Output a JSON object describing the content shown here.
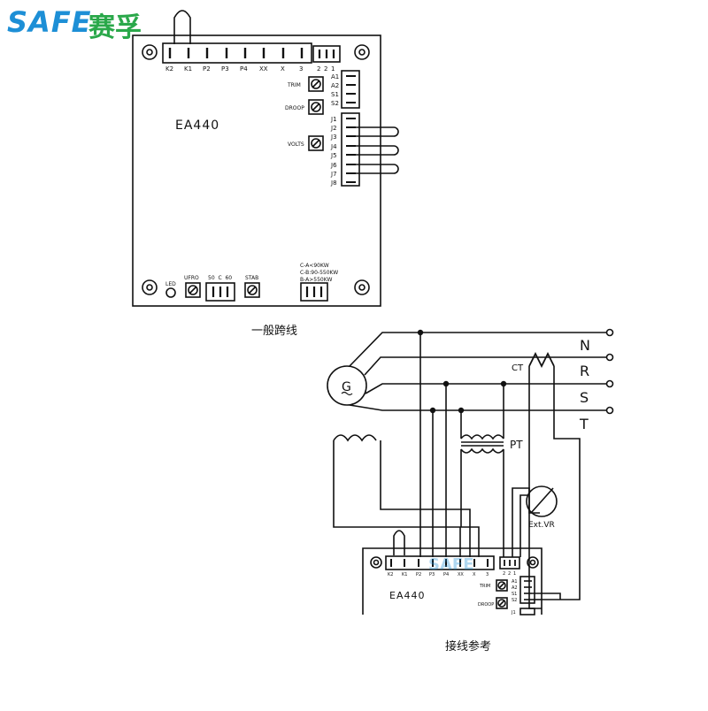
{
  "brand": {
    "logo_latin": "SAFE",
    "logo_cjk": "赛孚",
    "color_blue": "#1d8fd6",
    "color_green": "#2aa84a"
  },
  "board1": {
    "model": "EA440",
    "top_terminals": [
      "K2",
      "K1",
      "P2",
      "P3",
      "P4",
      "XX",
      "X",
      "3"
    ],
    "top_right_terminals": [
      "2",
      "2",
      "1"
    ],
    "right_terminals_a": [
      "A1",
      "A2",
      "S1",
      "S2"
    ],
    "right_terminals_j": [
      "J1",
      "J2",
      "J3",
      "J4",
      "J5",
      "J6",
      "J7",
      "J8"
    ],
    "pot_trim": "TRIM",
    "pot_droop": "DROOP",
    "pot_volts": "VOLTS",
    "bottom_led": "LED",
    "bottom_ufro": "UFRO",
    "bottom_freq": "50  C  60",
    "bottom_stab": "STAB",
    "notes": [
      "C-A<90KW",
      "C-B:90-550KW",
      "B-A>550KW"
    ]
  },
  "caption1": "一般跨线",
  "wiring": {
    "phases": [
      "N",
      "R",
      "S",
      "T"
    ],
    "ct_label": "CT",
    "pt_label": "PT",
    "generator_label": "G",
    "extvr_label": "Ext.VR"
  },
  "board2": {
    "model": "EA440",
    "top_terminals": [
      "K2",
      "K1",
      "P2",
      "P3",
      "P4",
      "XX",
      "X",
      "3"
    ],
    "top_right_terminals": [
      "2",
      "2",
      "1"
    ],
    "right_terminals_a": [
      "A1",
      "A2",
      "S1",
      "S2"
    ],
    "right_terminal_j1": "J1",
    "pot_trim": "TRIM",
    "pot_droop": "DROOP",
    "watermark": "SAFE"
  },
  "caption2": "接线参考"
}
